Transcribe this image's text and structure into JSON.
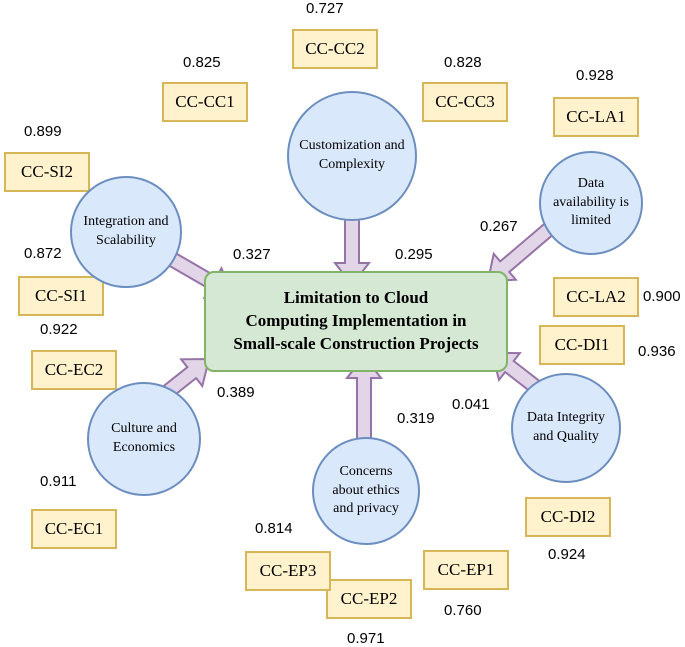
{
  "center_label": "Limitation to Cloud\nComputing Implementation in\nSmall-scale Construction Projects",
  "constructs": {
    "customization": "Customization and\nComplexity",
    "data_availability": "Data\navailability is\nlimited",
    "integration": "Integration and\nScalability",
    "culture": "Culture and\nEconomics",
    "ethics": "Concerns\nabout ethics\nand privacy",
    "data_integrity": "Data Integrity\nand Quality"
  },
  "path_coefficients": {
    "integration": "0.327",
    "customization": "0.295",
    "data_availability": "0.267",
    "culture": "0.389",
    "ethics": "0.319",
    "data_integrity": "0.041"
  },
  "indicators": {
    "cc_cc1": {
      "label": "CC-CC1",
      "loading": "0.825"
    },
    "cc_cc2": {
      "label": "CC-CC2",
      "loading": "0.727"
    },
    "cc_cc3": {
      "label": "CC-CC3",
      "loading": "0.828"
    },
    "cc_la1": {
      "label": "CC-LA1",
      "loading": "0.928"
    },
    "cc_la2": {
      "label": "CC-LA2",
      "loading": "0.900"
    },
    "cc_si2": {
      "label": "CC-SI2",
      "loading": "0.899"
    },
    "cc_si1": {
      "label": "CC-SI1",
      "loading": "0.872"
    },
    "cc_ec2": {
      "label": "CC-EC2",
      "loading": "0.922"
    },
    "cc_ec1": {
      "label": "CC-EC1",
      "loading": "0.911"
    },
    "cc_di1": {
      "label": "CC-DI1",
      "loading": "0.936"
    },
    "cc_di2": {
      "label": "CC-DI2",
      "loading": "0.924"
    },
    "cc_ep1": {
      "label": "CC-EP1",
      "loading": "0.760"
    },
    "cc_ep2": {
      "label": "CC-EP2",
      "loading": "0.971"
    },
    "cc_ep3": {
      "label": "CC-EP3",
      "loading": "0.814"
    }
  },
  "colors": {
    "indicator_fill": "#fff2cc",
    "indicator_border": "#d6b656",
    "construct_fill": "#dae8fc",
    "construct_border": "#6c8ebf",
    "center_fill": "#d5e8d4",
    "center_border": "#82b366",
    "arrow_fill": "#e1d5e7",
    "arrow_border": "#9673a6"
  }
}
